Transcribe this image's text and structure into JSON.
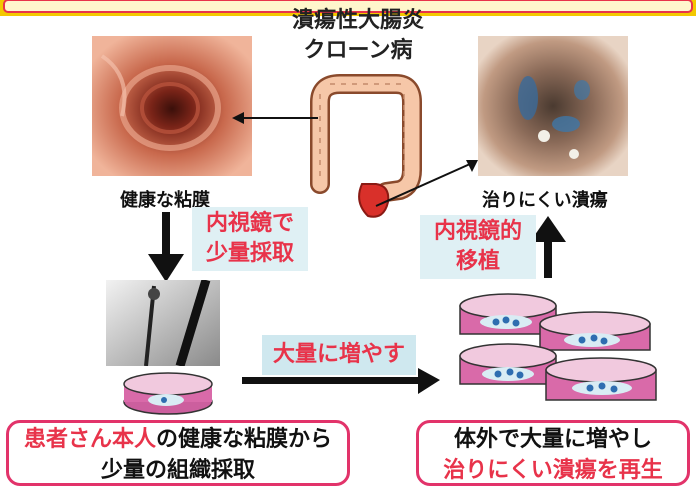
{
  "title": {
    "line1": "潰瘍性大腸炎",
    "line2": "クローン病"
  },
  "captions": {
    "healthy": "健康な粘膜",
    "ulcer": "治りにくい潰瘍"
  },
  "steps": {
    "endoscope_sample": {
      "line1": "内視鏡で",
      "line2": "少量採取"
    },
    "endoscope_transplant": {
      "line1": "内視鏡的",
      "line2": "移植"
    },
    "amplify": "大量に増やす"
  },
  "bottom_left": {
    "red": "患者さん本人",
    "rest1": "の健康な粘膜から",
    "line2": "少量の組織採取"
  },
  "bottom_right": {
    "line1": "体外で大量に増やし",
    "line2": "治りにくい潰瘍を再生"
  },
  "colors": {
    "accent_red": "#e8334a",
    "card_border": "#e2336a",
    "label_bg": "#cfe8ef",
    "top_bar": "#f3c800"
  }
}
